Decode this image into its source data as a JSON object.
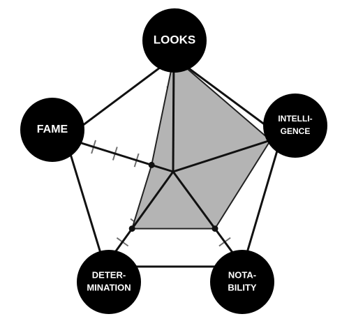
{
  "chart_data": {
    "type": "radar",
    "axes": [
      {
        "name": "LOOKS",
        "label_lines": [
          "LOOKS"
        ],
        "value": 5
      },
      {
        "name": "INTELLIGENCE",
        "label_lines": [
          "INTELLI-",
          "GENCE"
        ],
        "value": 4.5
      },
      {
        "name": "NOTABILITY",
        "label_lines": [
          "NOTA-",
          "BILITY"
        ],
        "value": 3
      },
      {
        "name": "DETERMINATION",
        "label_lines": [
          "DETER-",
          "MINATION"
        ],
        "value": 3
      },
      {
        "name": "FAME",
        "label_lines": [
          "FAME"
        ],
        "value": 1
      }
    ],
    "scale_max": 5,
    "ticks_per_axis": 5,
    "colors": {
      "outline": "#111111",
      "label_circle": "#000000",
      "label_text": "#ffffff",
      "data_fill": "#b4b4b4",
      "data_stroke": "#222222",
      "tick": "#6f6f6f"
    }
  }
}
